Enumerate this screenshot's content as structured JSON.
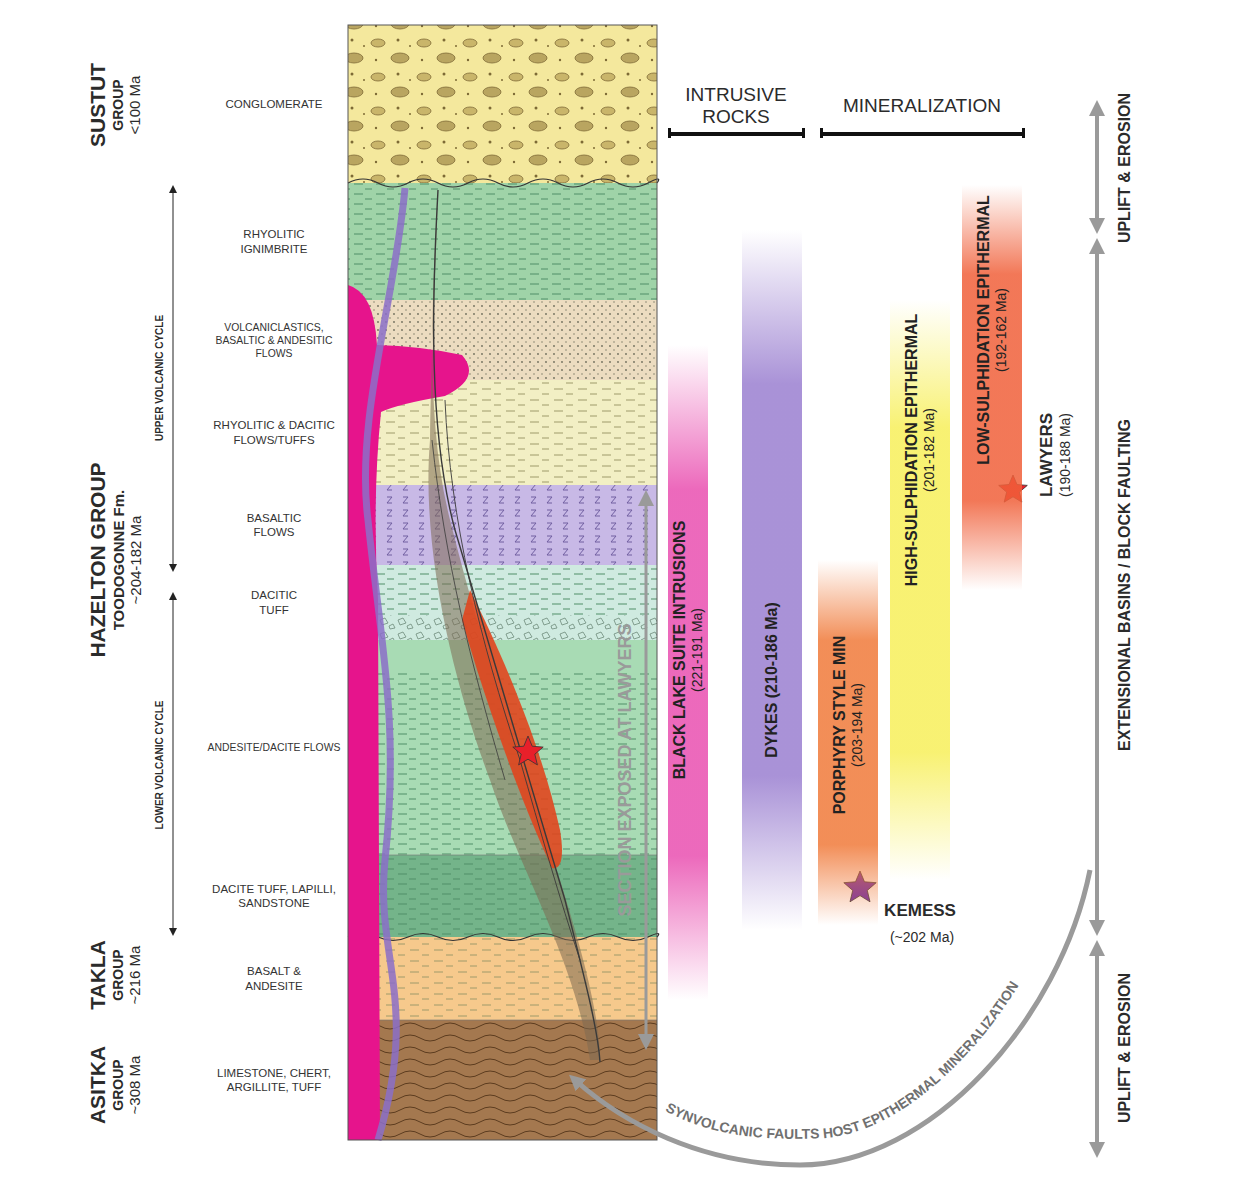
{
  "diagram": {
    "nodes": [
      {
        "text": [
          "CONGLOMERATE"
        ]
      },
      {
        "text": [
          "RHYOLITIC IGNIMBRITE"
        ]
      },
      {
        "text": [
          "VOLCANICLASTICS, BASALTIC & ANDESITIC FLOWS"
        ]
      },
      {
        "text": [
          "RHYOLITIC & DACITIC FLOWS/TUFFS"
        ]
      },
      {
        "text": [
          "BASALTIC FLOWS"
        ]
      },
      {
        "text": [
          "DACITIC TUFF"
        ]
      },
      {
        "text": [
          "ANDESITE/DACITE FLOWS"
        ]
      },
      {
        "text": [
          "DACITE TUFF, LAPILLI, SANDSTONE"
        ]
      },
      {
        "text": [
          "BASALT & ANDESITE"
        ]
      },
      {
        "text": [
          "LIMESTONE, CHERT, ARGILLITE, TUFF"
        ]
      },
      {
        "text": [
          "BLACK LAKE SUITE INTRUSIONS",
          "(221-191 Ma)"
        ]
      },
      {
        "text": [
          "DYKES (210-186 Ma)"
        ]
      },
      {
        "text": [
          "PORPHYRY STYLE MIN",
          "(203-194 Ma)"
        ]
      },
      {
        "text": [
          "HIGH-SULPHIDATION EPITHERMAL",
          "(201-182 Ma)"
        ]
      },
      {
        "text": [
          "LOW-SULPHIDATION EPITHERMAL",
          "(192-162 Ma)"
        ]
      }
    ],
    "labels": [
      "SUSTUT",
      "GROUP",
      "<100 Ma",
      "HAZELTON GROUP",
      "TOODOGONNE Fm.",
      "~204-182 Ma",
      "TAKLA",
      "GROUP",
      "~216 Ma",
      "ASITKA",
      "GROUP",
      "~308 Ma",
      "UPPER VOLCANIC CYCLE",
      "LOWER VOLCANIC CYCLE",
      "SECTION EXPOSED AT LAWYERS",
      "INTRUSIVE ROCKS",
      "MINERALIZATION",
      "KEMESS",
      "(~202 Ma)",
      "LAWYERS",
      "(190-188 Ma)",
      "UPLIFT & EROSION",
      "EXTENSIONAL BASINS / BLOCK FAULTING",
      "UPLIFT & EROSION",
      "SYNVOLCANIC FAULTS HOST EPITHERMAL MINERALIZATION"
    ]
  }
}
